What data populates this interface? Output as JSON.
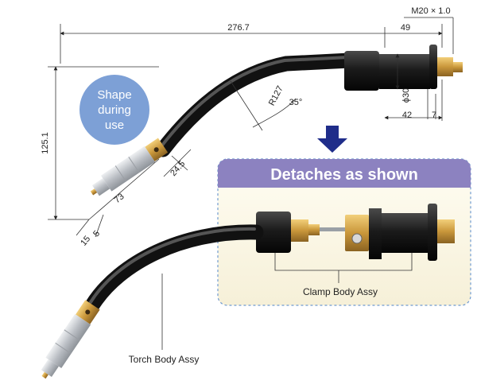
{
  "dimensions": {
    "overall_length": "276.7",
    "rear_length": "49",
    "thread": "M20 × 1.0",
    "radius": "R127",
    "angle": "35°",
    "diameter": "ϕ30",
    "body_length": "42",
    "tip_length": "7",
    "height": "125.1",
    "nozzle_length": "24.5",
    "neck_length": "73",
    "tip_offset_a": "15",
    "tip_offset_b": "5"
  },
  "badge": {
    "line1": "Shape",
    "line2": "during",
    "line3": "use"
  },
  "detach_panel": {
    "title": "Detaches as shown",
    "clamp_label": "Clamp Body Assy"
  },
  "torch_label": "Torch Body Assy",
  "colors": {
    "badge": "#7da0d6",
    "banner": "#8c82c0",
    "panel_bg": "#fbf8ea",
    "panel_border": "#6f9ad0",
    "arrow": "#1f2d8a",
    "tube": "#1b1b1b",
    "brass": "#c9973b",
    "silver": "#c8ccd1"
  }
}
